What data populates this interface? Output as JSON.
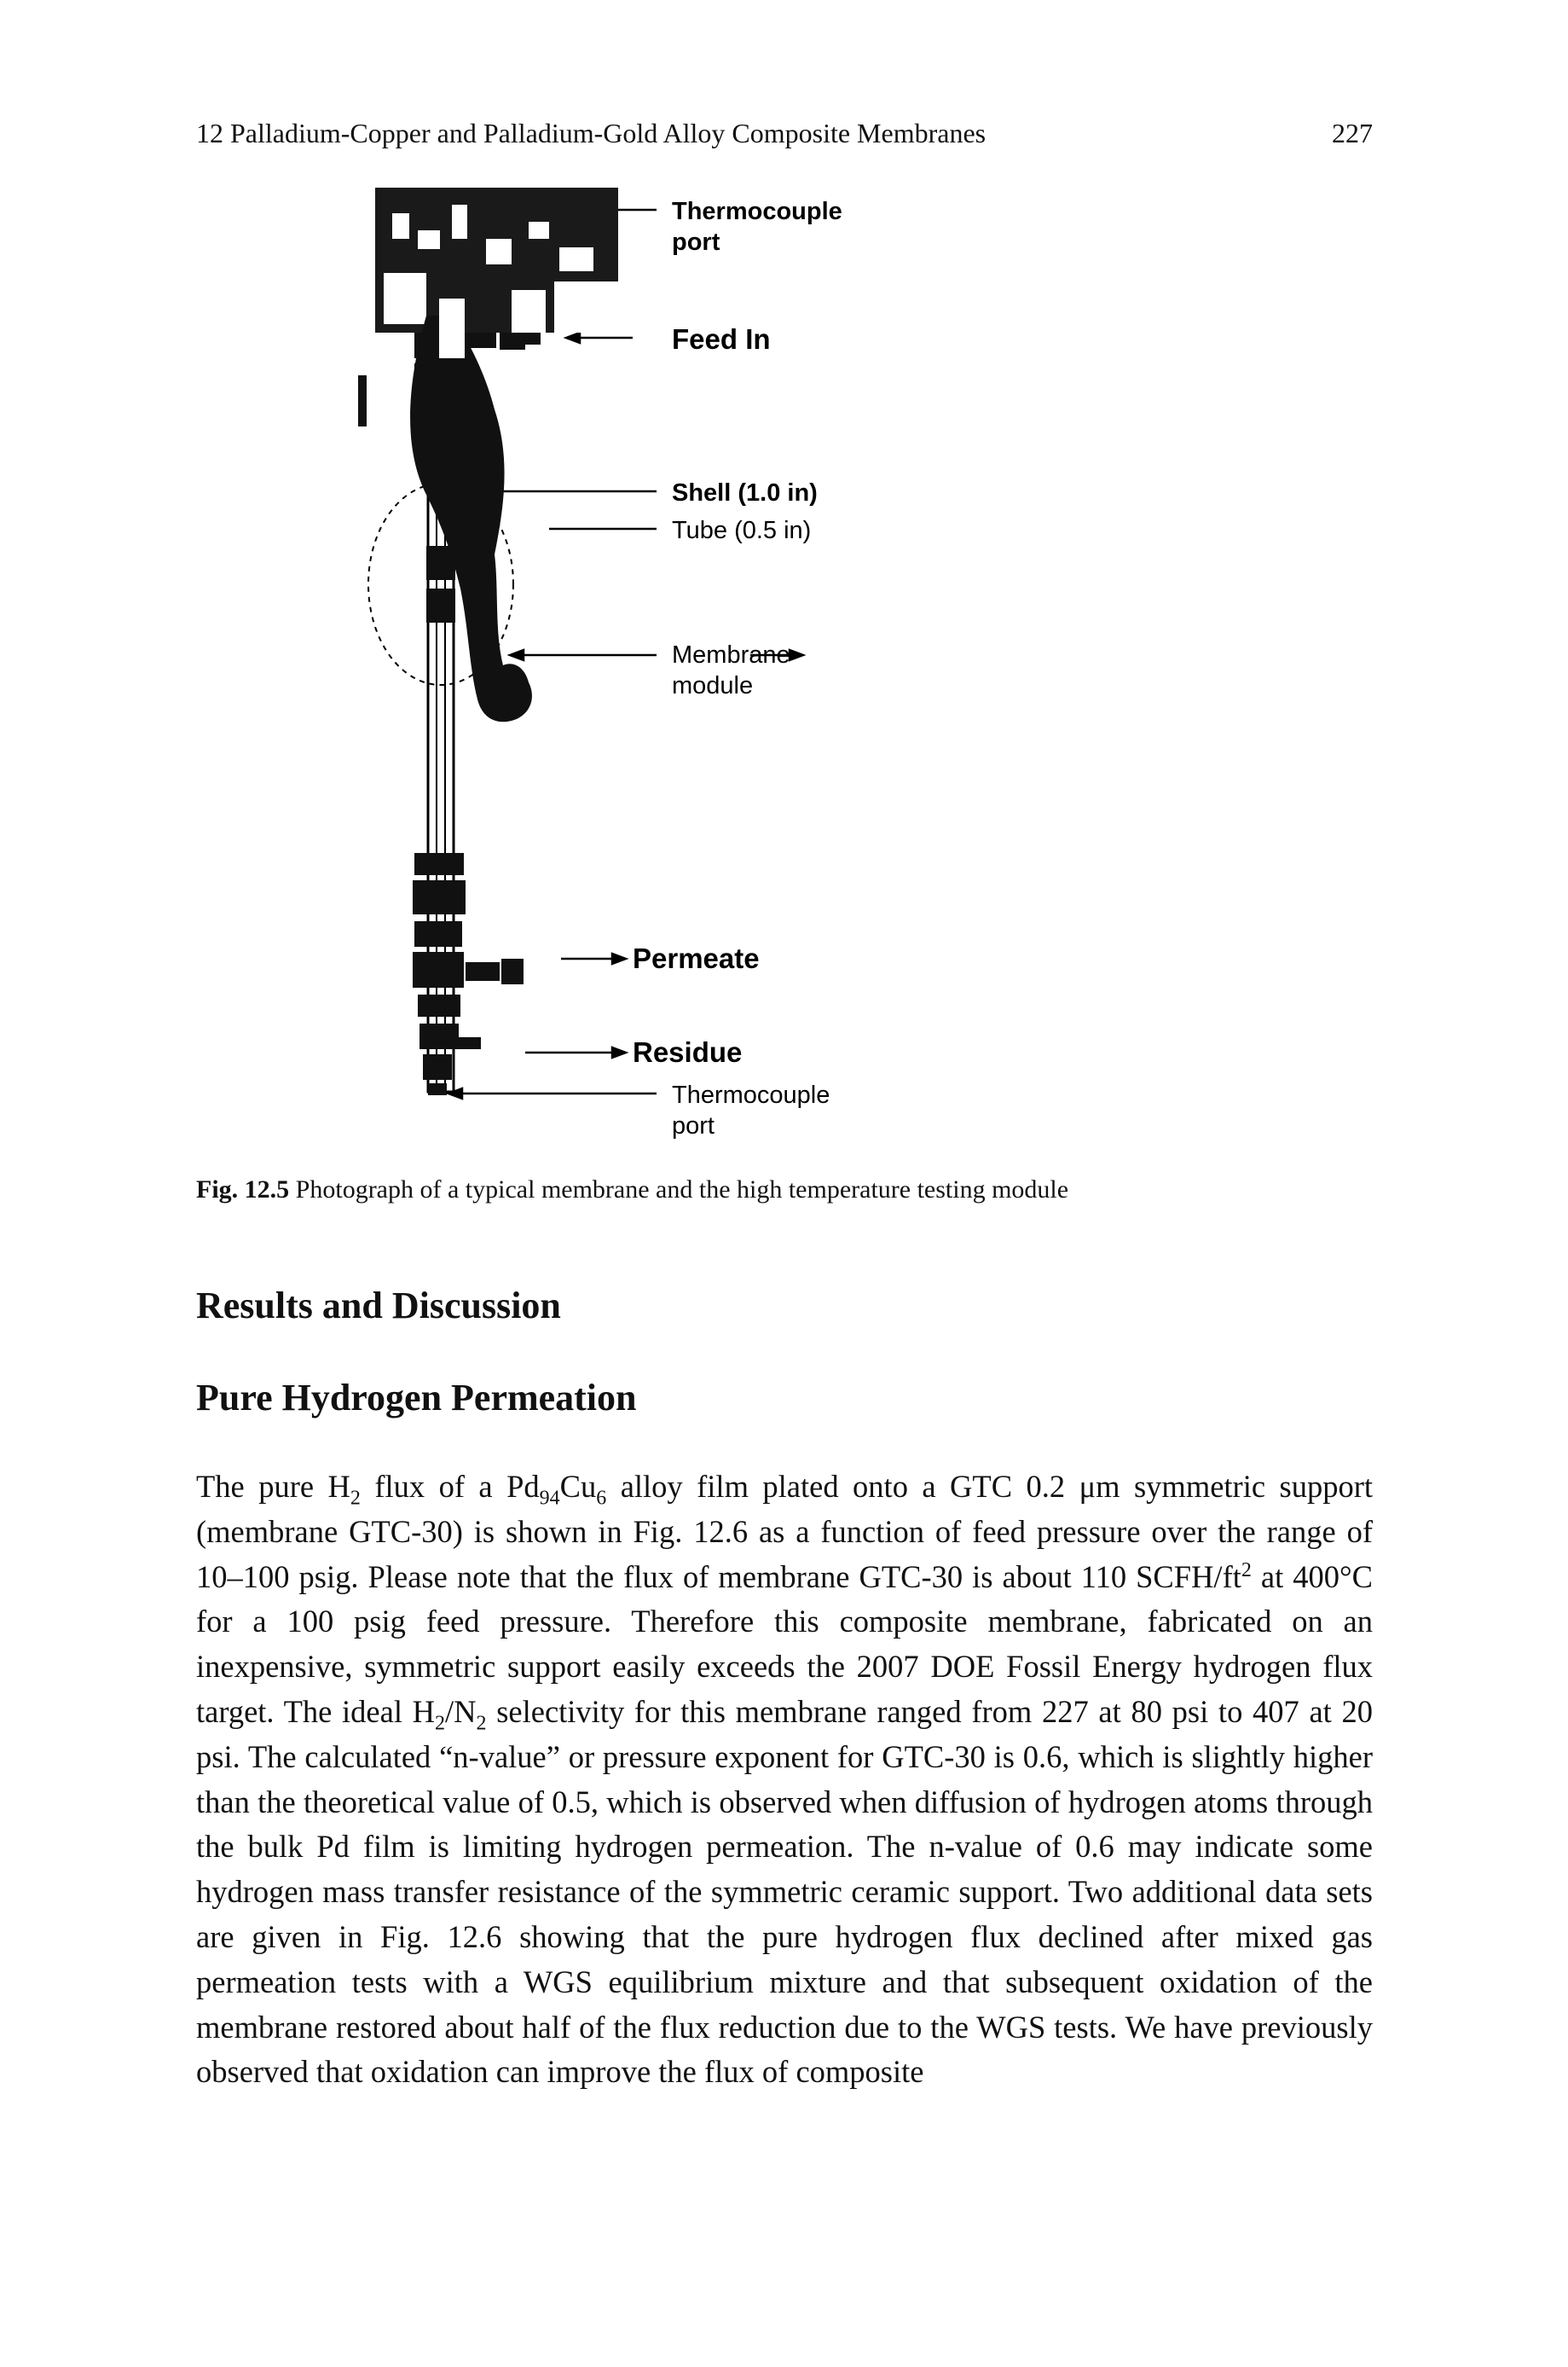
{
  "running_head": {
    "title": "12 Palladium-Copper and Palladium-Gold Alloy Composite Membranes",
    "page_number": "227"
  },
  "figure": {
    "labels": {
      "thermocouple_top_1": "Thermocouple",
      "thermocouple_top_2": "port",
      "feed_in": "Feed In",
      "shell": "Shell (1.0 in)",
      "tube": "Tube (0.5 in)",
      "membrane_1": "Membrane",
      "membrane_2": "module",
      "permeate": "Permeate",
      "residue": "Residue",
      "thermocouple_bottom_1": "Thermocouple",
      "thermocouple_bottom_2": "port"
    },
    "caption_number": "Fig. 12.5",
    "caption_text": "Photograph of a typical membrane and the high temperature testing module"
  },
  "headings": {
    "section": "Results and Discussion",
    "subsection": "Pure Hydrogen Permeation"
  },
  "body": {
    "p1_a": "The pure H",
    "p1_b": "2",
    "p1_c": " flux of a Pd",
    "p1_d": "94",
    "p1_e": "Cu",
    "p1_f": "6",
    "p1_g": " alloy film plated onto a GTC 0.2 μm symmetric support (membrane GTC-30) is shown in Fig. 12.6 as a function of feed pressure over the range of 10–100 psig. Please note that the flux of membrane GTC-30 is about 110 SCFH/ft",
    "p1_h": "2",
    "p1_i": " at 400°C for a 100 psig feed pressure. Therefore this composite membrane, fabricated on an inexpensive, symmetric support easily exceeds the 2007 DOE Fossil Energy hydrogen flux target. The ideal H",
    "p1_j": "2",
    "p1_k": "/N",
    "p1_l": "2",
    "p1_m": " selectivity for this membrane ranged from 227 at 80 psi to 407 at 20 psi. The calculated “n-value” or pressure exponent for GTC-30 is 0.6, which is slightly higher than the theoretical value of 0.5, which is observed when diffusion of hydrogen atoms through the bulk Pd film is limiting hydrogen permeation. The n-value of 0.6 may indicate some hydrogen mass transfer resistance of the symmetric ceramic support. Two additional data sets are given in Fig. 12.6 showing that the pure hydrogen flux declined after mixed gas permeation tests with a WGS equilibrium mixture and that subsequent oxidation of the membrane restored about half of the flux reduction due to the WGS tests. We have previously observed that oxidation can improve the flux of composite"
  }
}
